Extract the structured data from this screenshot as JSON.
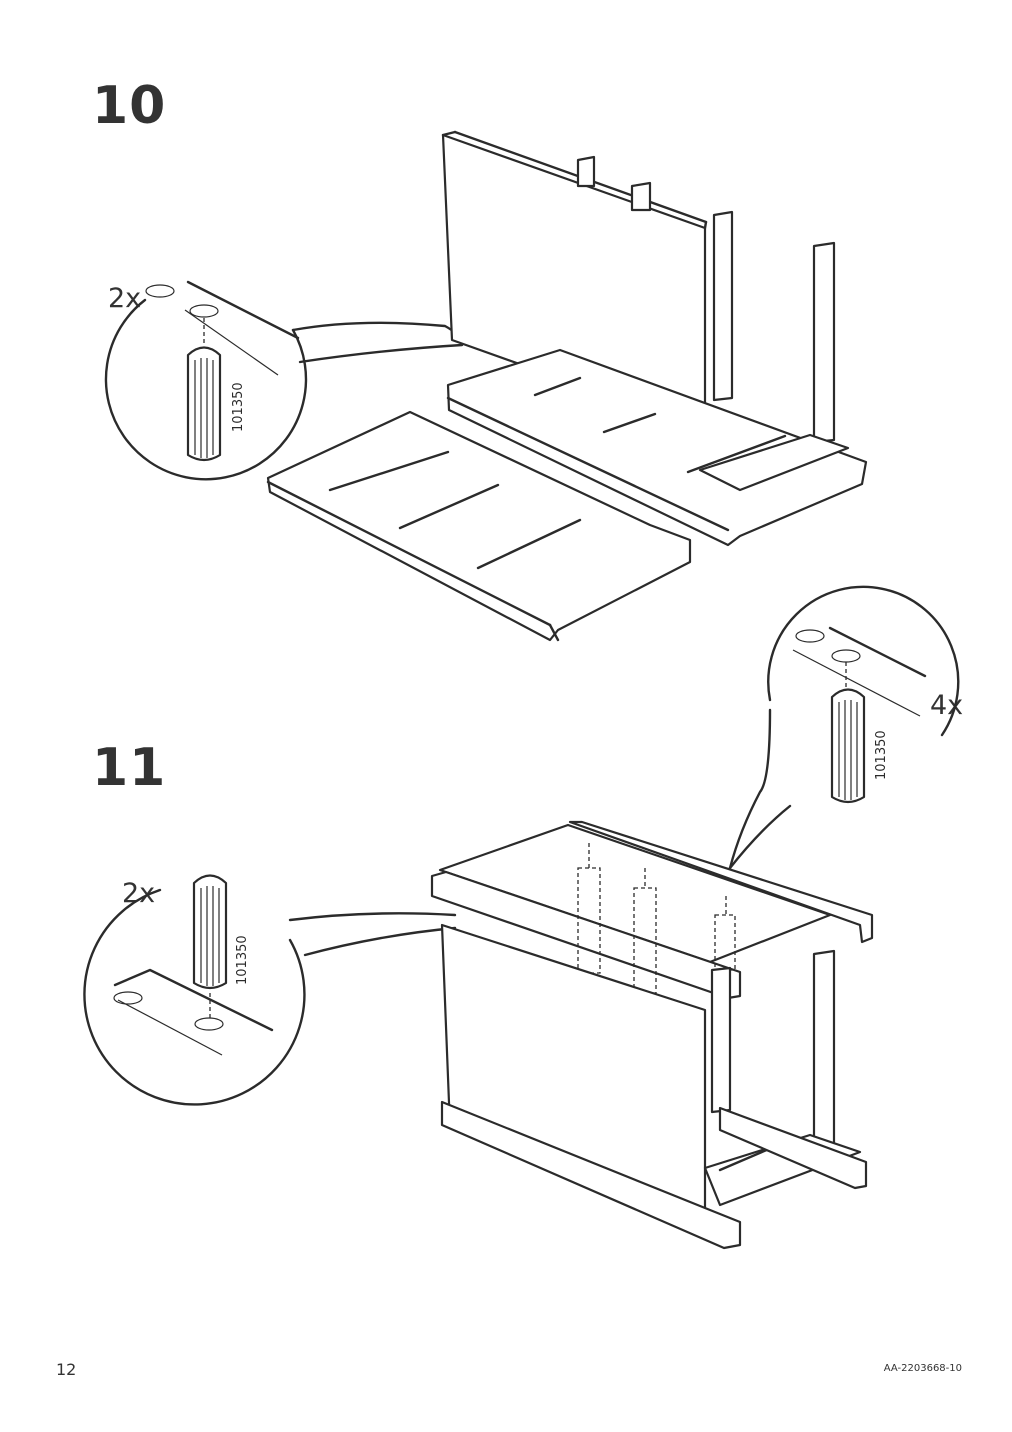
{
  "steps": [
    {
      "number": "10",
      "quantity": "2x",
      "part_code": "101350"
    },
    {
      "number": "11",
      "quantities": [
        "2x",
        "4x"
      ],
      "part_code": "101350"
    }
  ],
  "footer": {
    "page_number": "12",
    "doc_code": "AA-2203668-10"
  },
  "icons": [
    "wooden-dowel-icon",
    "dowel-hole-icon"
  ]
}
